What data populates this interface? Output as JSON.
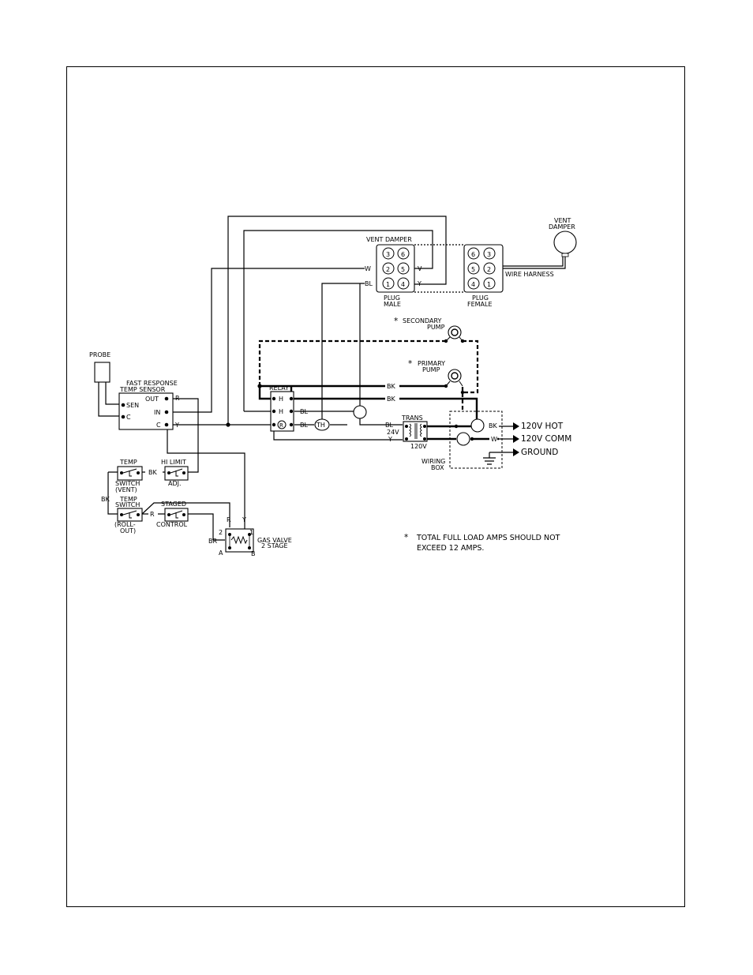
{
  "labels": {
    "probe": "PROBE",
    "sensor_line1": "FAST RESPONSE",
    "sensor_line2": "TEMP SENSOR",
    "out": "OUT",
    "in": "IN",
    "c": "C",
    "sen": "SEN",
    "c_small": "C",
    "r": "R",
    "y": "Y",
    "relay": "RELAY",
    "h1": "H",
    "h2": "H",
    "r_circle": "R",
    "bl1": "BL",
    "bl2": "BL",
    "th": "TH",
    "vent_damper_title": "VENT DAMPER",
    "vent_damper_motor1": "VENT",
    "vent_damper_motor2": "DAMPER",
    "wire_harness": "WIRE HARNESS",
    "plug_male1": "PLUG",
    "plug_male2": "MALE",
    "plug_female1": "PLUG",
    "plug_female2": "FEMALE",
    "w_in": "W",
    "bl_in": "BL",
    "v_out": "V",
    "y_out": "Y",
    "male_pins": [
      "3",
      "6",
      "2",
      "5",
      "1",
      "4"
    ],
    "female_pins": [
      "6",
      "3",
      "5",
      "2",
      "4",
      "1"
    ],
    "secondary_pump1": "SECONDARY",
    "secondary_pump2": "PUMP",
    "primary_pump1": "PRIMARY",
    "primary_pump2": "PUMP",
    "asterisk": "*",
    "bk1": "BK",
    "bk2": "BK",
    "bk3": "BK",
    "w_wire": "W",
    "trans": "TRANS",
    "bl_trans": "BL",
    "v24": "24V",
    "y_trans": "Y",
    "v120": "120V",
    "wiring_box1": "WIRING",
    "wiring_box2": "BOX",
    "hot": "120V HOT",
    "comm": "120V COMM",
    "ground": "GROUND",
    "temp_switch_vent1": "TEMP",
    "temp_switch_vent2": "SWITCH",
    "temp_switch_vent3": "(VENT)",
    "bk_vent": "BK",
    "hi_limit": "HI LIMIT",
    "adj": "ADJ.",
    "bk_roll": "BK",
    "temp_switch_roll1": "TEMP",
    "temp_switch_roll2": "SWITCH",
    "temp_switch_roll3": "(ROLL-",
    "temp_switch_roll4": "OUT)",
    "r_roll": "R",
    "staged1": "STAGED",
    "staged2": "CONTROL",
    "gv_r": "R",
    "gv_y": "Y",
    "gv_2": "2",
    "gv_1": "1",
    "gv_br": "BR",
    "gv_a": "A",
    "gv_b": "B",
    "gas_valve1": "GAS VALVE",
    "gas_valve2": "2 STAGE",
    "note_line1": "TOTAL FULL LOAD AMPS SHOULD NOT",
    "note_line2": "EXCEED 12 AMPS."
  }
}
